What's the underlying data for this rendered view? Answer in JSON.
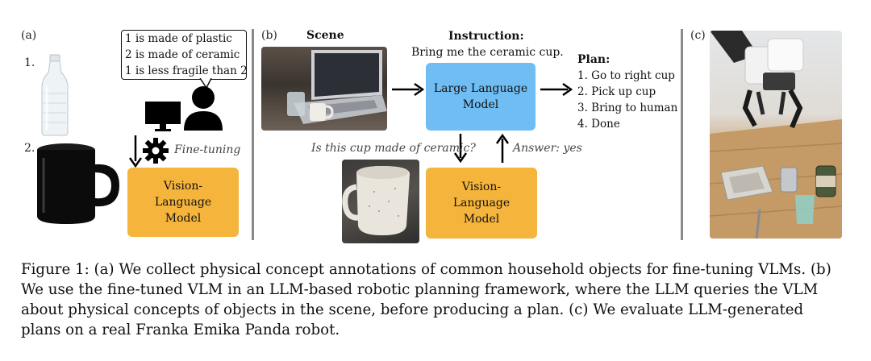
{
  "panel_a": {
    "label": "(a)",
    "item1_number": "1.",
    "item2_number": "2.",
    "speech_lines": [
      "1 is made of plastic",
      "2 is made of ceramic",
      "1 is less fragile than 2"
    ],
    "fine_tuning_label": "Fine-tuning",
    "vlm_box": "Vision-Language Model"
  },
  "panel_b": {
    "label": "(b)",
    "scene_label": "Scene",
    "instruction_label": "Instruction:",
    "instruction_text": "Bring me the ceramic cup.",
    "llm_box": "Large Language Model",
    "plan_label": "Plan:",
    "plan_steps": [
      "1. Go to right cup",
      "2. Pick up cup",
      "3. Bring to human",
      "4. Done"
    ],
    "question": "Is this cup made of ceramic?",
    "answer": "Answer: yes",
    "vlm_box": "Vision-Language Model"
  },
  "panel_c": {
    "label": "(c)"
  },
  "caption_lines": [
    "Figure 1: (a) We collect physical concept annotations of common household objects for fine-tuning VLMs. (b)",
    "We use the fine-tuned VLM in an LLM-based robotic planning framework, where the LLM queries the VLM",
    "about physical concepts of objects in the scene, before producing a plan. (c) We evaluate LLM-generated",
    "plans on a real Franka Emika Panda robot."
  ],
  "colors": {
    "vlm": "#f5b43c",
    "llm": "#70bdf3",
    "divider": "#8a8a8a"
  }
}
